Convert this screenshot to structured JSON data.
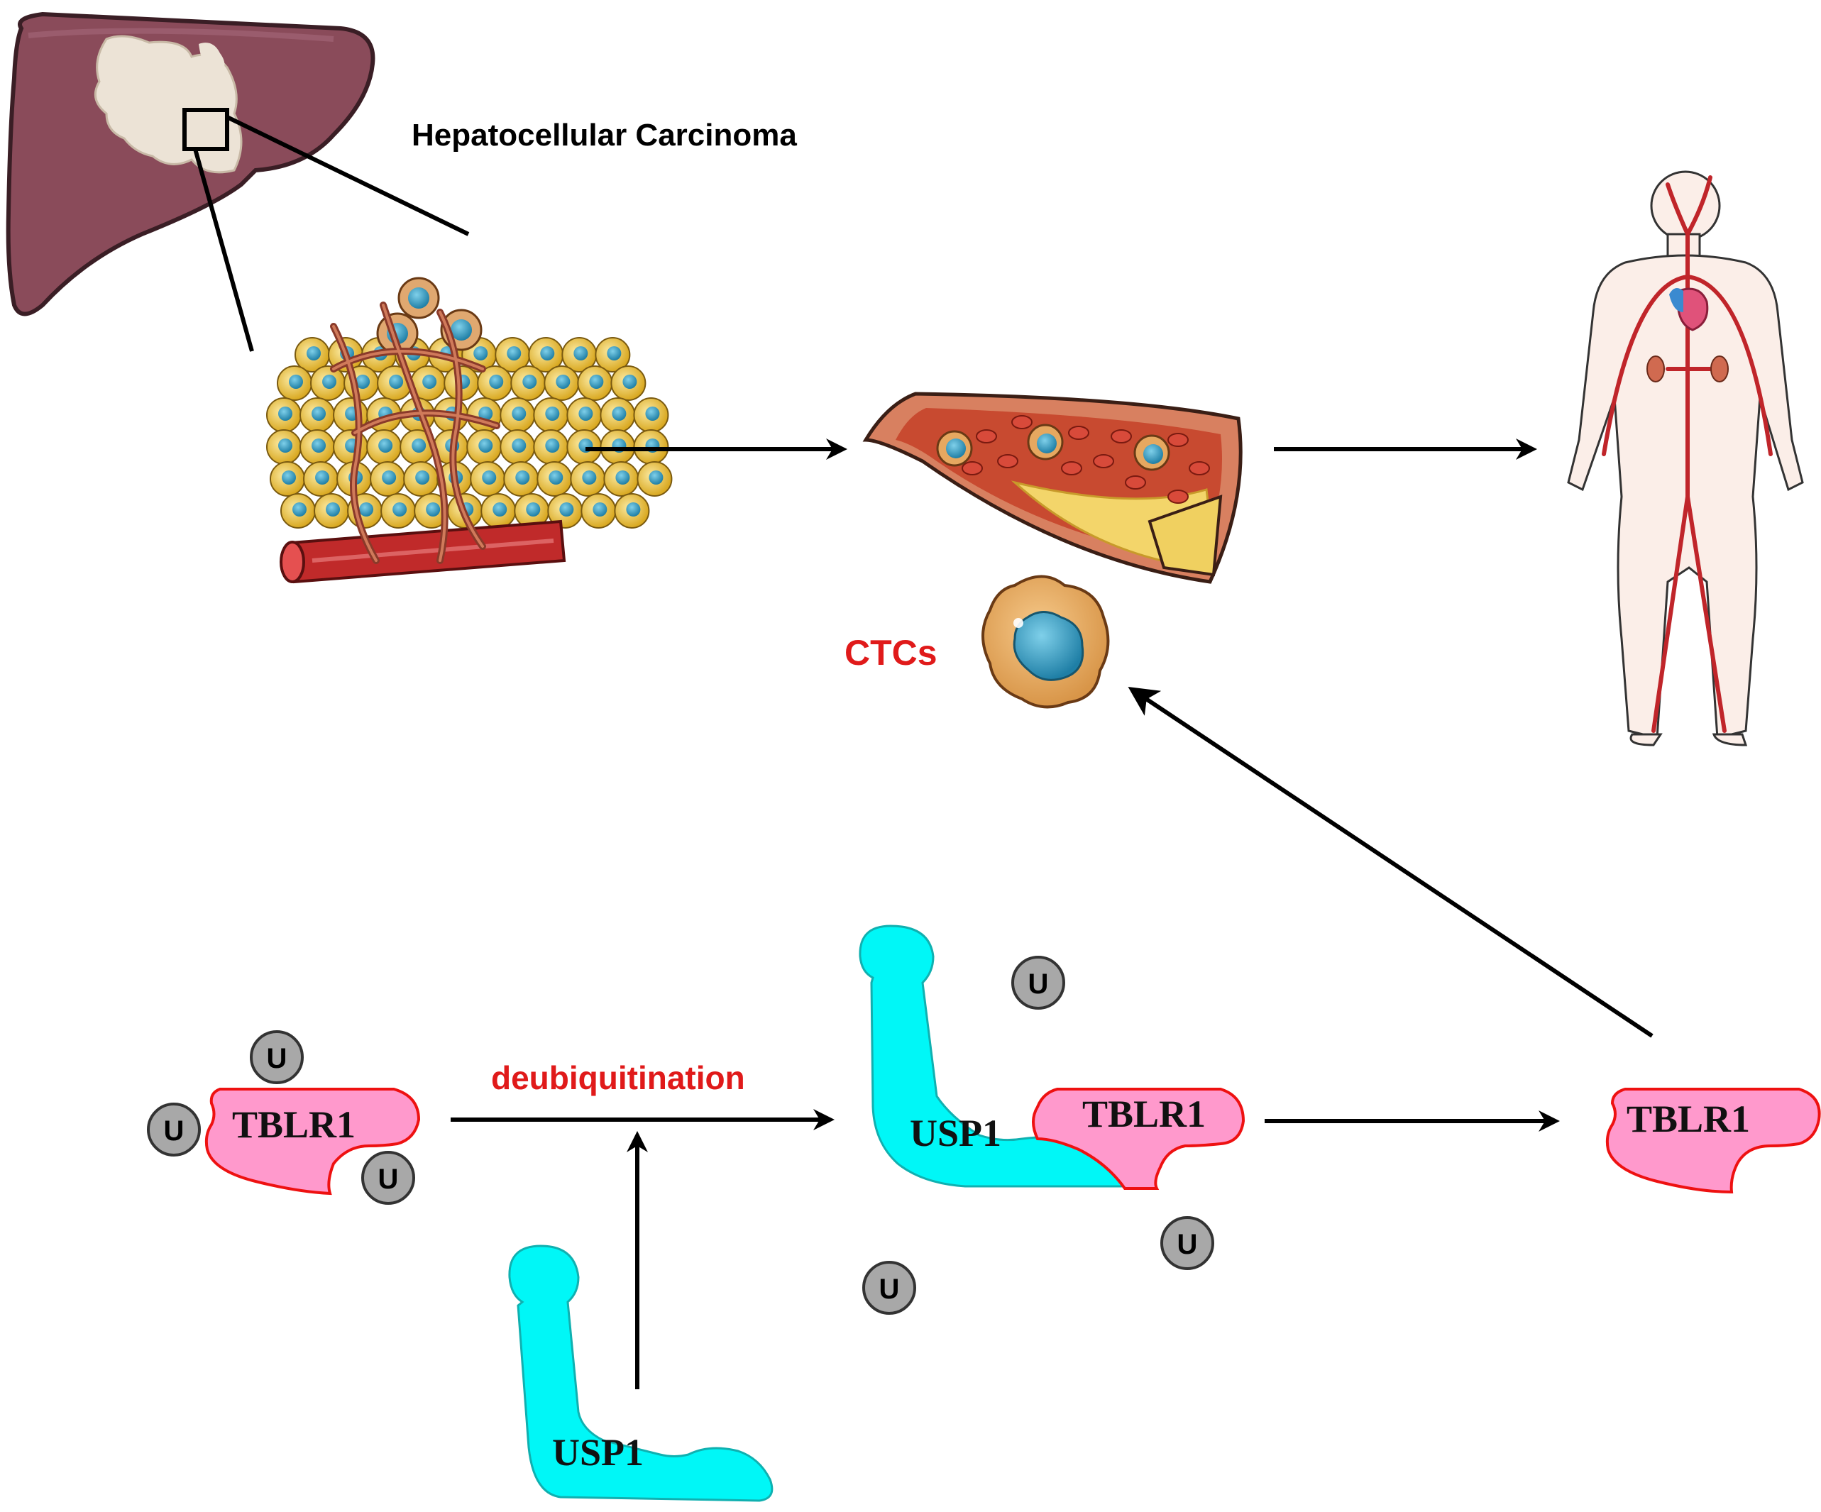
{
  "title": "Hepatocellular Carcinoma",
  "ctc_label": "CTCs",
  "process_label": "deubiquitination",
  "protein_tblr1": "TBLR1",
  "protein_usp1": "USP1",
  "ubiquitin_label": "U",
  "colors": {
    "liver": "#8a4b5a",
    "tumor_patch": "#ece3d6",
    "tumor_cell": "#f0c850",
    "nucleus": "#3aa6c9",
    "vessel": "#c02a2a",
    "plaque": "#f3d56a",
    "usp1": "#00f7f7",
    "tblr1_fill": "#ff99cc",
    "tblr1_outline": "#ee1111",
    "ubiquitin": "#a8a8a8",
    "red_text": "#e01a1a",
    "arrow": "#000000"
  }
}
